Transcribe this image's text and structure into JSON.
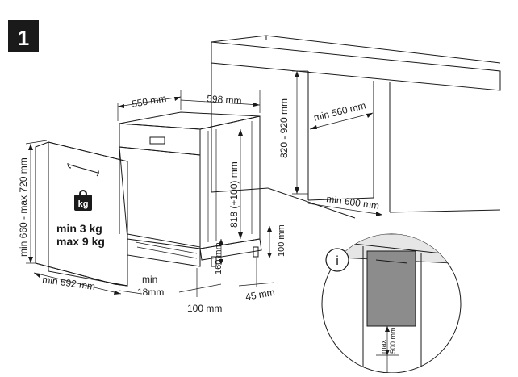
{
  "step_number": "1",
  "dimensions": {
    "depth": "550 mm",
    "width": "598 mm",
    "height": "818 (+100) mm",
    "plinth_height": "160 mm",
    "foot_adjust": "100 mm",
    "plinth_depth": "100 mm",
    "foot_offset": "45 mm",
    "min_gap_label": "min",
    "min_gap_value": "18mm"
  },
  "panel": {
    "height_range": "min 660 - max 720 mm",
    "min_width": "min 592 mm",
    "weight_min": "min  3 kg",
    "weight_max": "max 9 kg",
    "weight_icon_text": "kg"
  },
  "cabinet": {
    "height_range": "820 - 920 mm",
    "min_width": "min 560 mm",
    "min_depth": "min 600 mm"
  },
  "inset": {
    "info_symbol": "i",
    "max_label": "max",
    "max_value": "500 mm"
  }
}
